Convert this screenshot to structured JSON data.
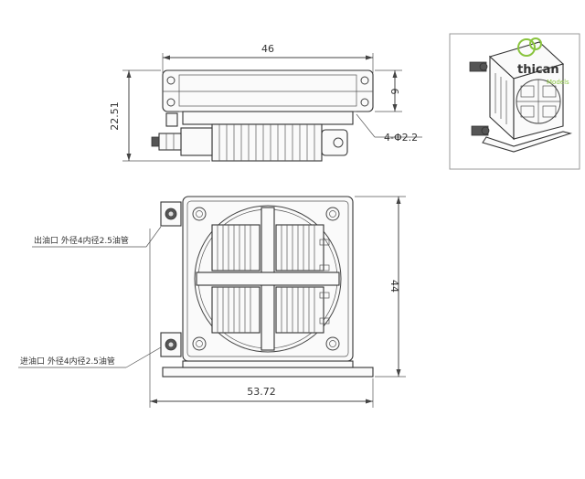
{
  "dimensions": {
    "top_width": "46",
    "top_height": "22.51",
    "top_flange": "6",
    "hole_callout": "4-Φ2.2",
    "front_height": "44",
    "front_width": "53.72"
  },
  "notes": {
    "outlet": "出油口  外径4内径2.5油管",
    "inlet": "进油口  外径4内径2.5油管"
  },
  "logo": {
    "name": "thican",
    "sub": "Models",
    "color": "#8ac43f"
  }
}
